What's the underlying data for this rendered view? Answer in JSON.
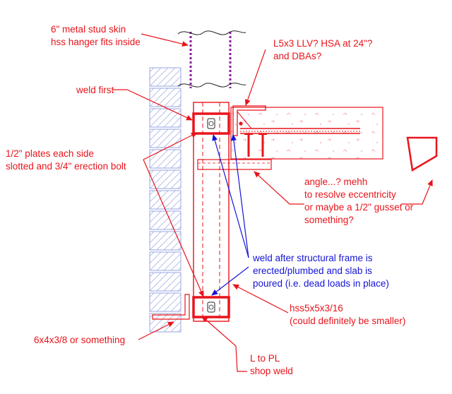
{
  "colors": {
    "red": "#e8141b",
    "blue": "#1414d6",
    "purple": "#8a1a9e",
    "brick": "#9aa6e0",
    "lightred": "#f08a8a",
    "black": "#222222"
  },
  "annotations": {
    "stud_skin": [
      "6\" metal stud skin",
      "hss hanger fits inside"
    ],
    "angle_question": [
      "L5x3 LLV? HSA at 24\"?",
      "and DBAs?"
    ],
    "weld_first": [
      "weld first"
    ],
    "plates": [
      "1/2\" plates each side",
      "slotted and 3/4\" erection bolt"
    ],
    "eccentricity": [
      "angle...? mehh",
      "to resolve eccentricity",
      "or maybe a 1/2\" gusset or",
      "something?"
    ],
    "weld_after": [
      "weld after structural frame is",
      "erected/plumbed and slab is",
      "poured (i.e. dead loads in place)"
    ],
    "hss": [
      "hss5x5x3/16",
      "(could definitely be smaller)"
    ],
    "bottom_angle": [
      "6x4x3/8 or something"
    ],
    "shop_weld": [
      "L to PL",
      "shop weld"
    ]
  }
}
